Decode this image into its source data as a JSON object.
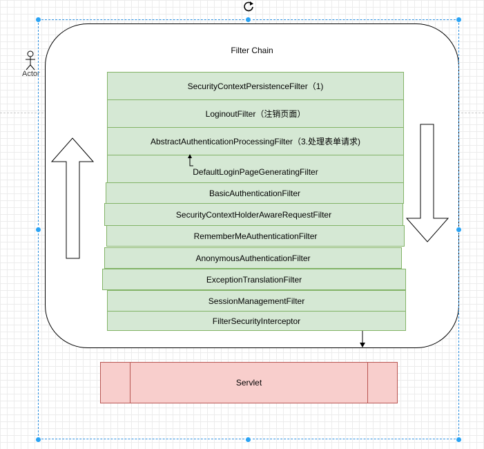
{
  "actor": {
    "label": "Actor"
  },
  "chain": {
    "title": "Filter Chain"
  },
  "filters": [
    "SecurityContextPersistenceFilter（1)",
    "LoginoutFilter（注销页面）",
    "AbstractAuthenticationProcessingFilter（3.处理表单请求)",
    "DefaultLoginPageGeneratingFilter",
    "BasicAuthenticationFilter",
    "SecurityContextHolderAwareRequestFilter",
    "RememberMeAuthenticationFilter",
    "AnonymousAuthenticationFilter",
    "ExceptionTranslationFilter",
    "SessionManagementFilter",
    "FilterSecurityInterceptor"
  ],
  "servlet": {
    "label": "Servlet"
  },
  "colors": {
    "filter_fill": "#d5e8d4",
    "filter_stroke": "#82b366",
    "servlet_fill": "#f8cecc",
    "servlet_stroke": "#b85450",
    "selection": "#29a3f5"
  },
  "icons": [
    "actor-icon",
    "rotate-icon",
    "up-arrow-icon",
    "down-arrow-icon"
  ]
}
